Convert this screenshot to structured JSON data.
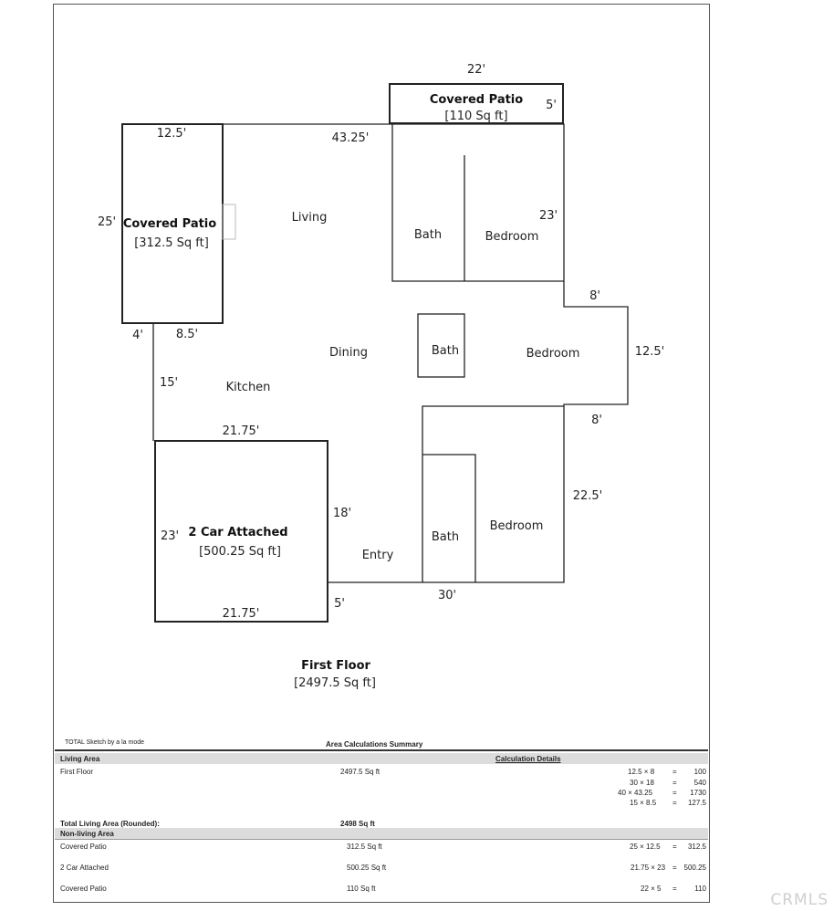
{
  "floor_plan": {
    "labels": {
      "top_patio_width": "22'",
      "top_patio_name": "Covered Patio",
      "top_patio_area": "[110 Sq ft]",
      "top_patio_depth": "5'",
      "left_patio_width": "12.5'",
      "left_patio_height": "25'",
      "left_patio_name": "Covered Patio",
      "left_patio_area": "[312.5 Sq ft]",
      "top_wall": "43.25'",
      "living": "Living",
      "bath_1": "Bath",
      "bedroom_1": "Bedroom",
      "bedroom_1_depth": "23'",
      "step_right_top": "8'",
      "bath_2": "Bath",
      "bedroom_2": "Bedroom",
      "right_wall": "12.5'",
      "step_right_bottom": "8'",
      "left_step_a": "4'",
      "left_step_b": "8.5'",
      "dining": "Dining",
      "kitchen_wall": "15'",
      "kitchen": "Kitchen",
      "garage_top": "21.75'",
      "garage_right": "18'",
      "garage_name": "2 Car Attached",
      "garage_area": "[500.25 Sq ft]",
      "garage_left": "23'",
      "garage_bottom": "21.75'",
      "entry": "Entry",
      "entry_wall": "5'",
      "bath_3": "Bath",
      "bedroom_3": "Bedroom",
      "bedroom_3_depth": "22.5'",
      "bottom_wall": "30'",
      "floor_name": "First Floor",
      "floor_area": "[2497.5 Sq ft]"
    }
  },
  "summary": {
    "sketch_credit": "TOTAL Sketch by a la mode",
    "title": "Area Calculations Summary",
    "living_header": "Living Area",
    "calc_header": "Calculation Details",
    "living_rows": [
      {
        "name": "First Floor",
        "area": "2497.5 Sq ft"
      }
    ],
    "living_calcs": [
      {
        "expr": "12.5 × 8",
        "eq": "=",
        "result": "100"
      },
      {
        "expr": "30 × 18",
        "eq": "=",
        "result": "540"
      },
      {
        "expr": "40 × 43.25",
        "eq": "=",
        "result": "1730"
      },
      {
        "expr": "15 × 8.5",
        "eq": "=",
        "result": "127.5"
      }
    ],
    "total_label": "Total Living Area (Rounded):",
    "total_value": "2498 Sq ft",
    "nonliving_header": "Non-living Area",
    "nonliving_rows": [
      {
        "name": "Covered Patio",
        "area": "312.5 Sq ft",
        "expr": "25 × 12.5",
        "eq": "=",
        "result": "312.5"
      },
      {
        "name": "2 Car Attached",
        "area": "500.25 Sq ft",
        "expr": "21.75 × 23",
        "eq": "=",
        "result": "500.25"
      },
      {
        "name": "Covered Patio",
        "area": "110 Sq ft",
        "expr": "22 × 5",
        "eq": "=",
        "result": "110"
      }
    ]
  },
  "watermark": "CRMLS"
}
